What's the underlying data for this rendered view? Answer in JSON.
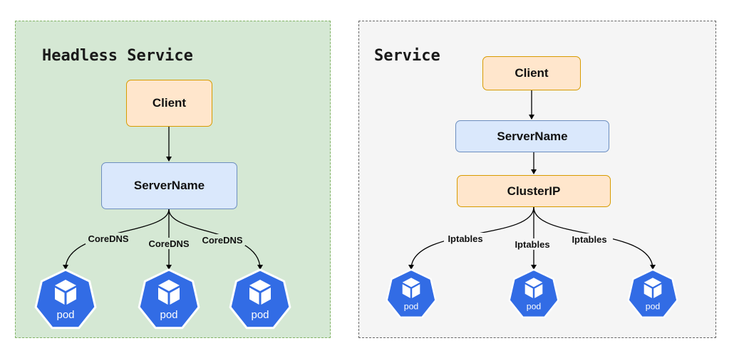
{
  "headless": {
    "title": "Headless Service",
    "client": "Client",
    "server": "ServerName",
    "edge_labels": [
      "CoreDNS",
      "CoreDNS",
      "CoreDNS"
    ],
    "pods": [
      "pod",
      "pod",
      "pod"
    ]
  },
  "service": {
    "title": "Service",
    "client": "Client",
    "server": "ServerName",
    "cluster_ip": "ClusterIP",
    "edge_labels": [
      "Iptables",
      "Iptables",
      "Iptables"
    ],
    "pods": [
      "pod",
      "pod",
      "pod"
    ]
  },
  "colors": {
    "headless_bg": "#d5e8d4",
    "headless_border": "#82b366",
    "service_bg": "#f5f5f5",
    "service_border": "#666666",
    "orange_fill": "#ffe6cc",
    "orange_stroke": "#d79b00",
    "blue_fill": "#dae8fc",
    "blue_stroke": "#6c8ebf",
    "pod_blue": "#326ce5"
  },
  "icons": {
    "pod": "kubernetes-pod-icon"
  }
}
